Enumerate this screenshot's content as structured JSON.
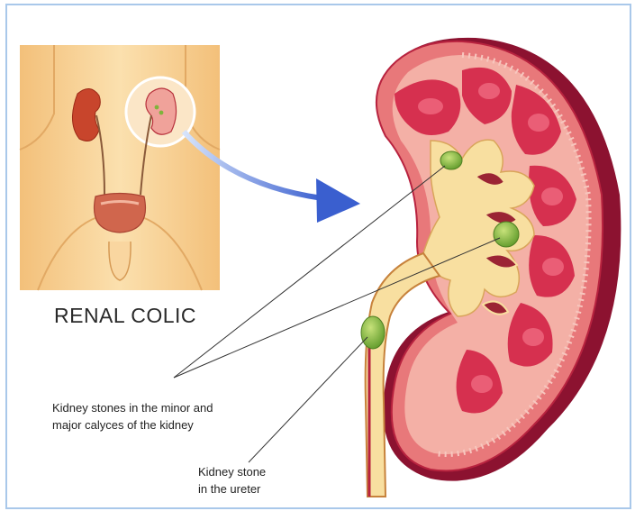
{
  "figure": {
    "panel_title": "RENAL COLIC",
    "labels": {
      "calyces_line1": "Kidney stones in the minor and",
      "calyces_line2": "major calyces of the kidney",
      "ureter_line1": "Kidney stone",
      "ureter_line2": "in the ureter"
    }
  },
  "colors": {
    "frame_border": "#a9c8ea",
    "skin": "#f7cf8e",
    "kidney_outer": "#b01a37",
    "kidney_cortex": "#f4a9a4",
    "medulla": "#d6304f",
    "pelvis": "#f8dfa0",
    "stone": "#7fb33b",
    "arrow": "#3a5fcf"
  }
}
